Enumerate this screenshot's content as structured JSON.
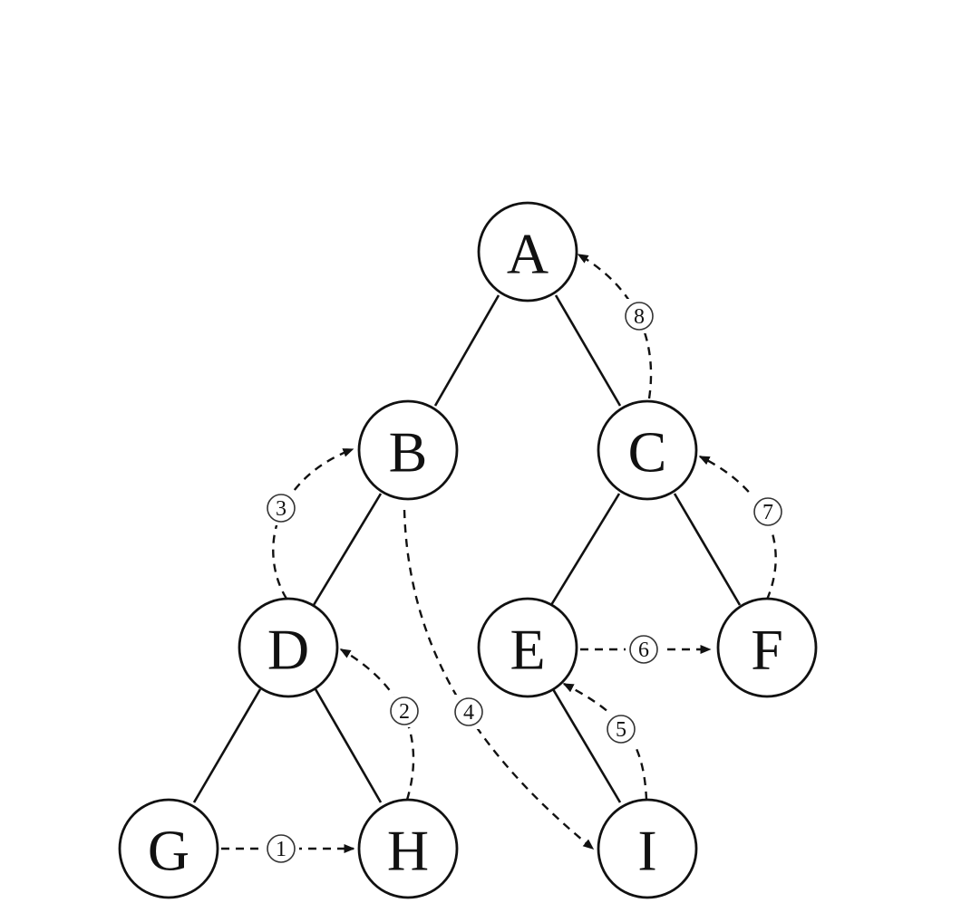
{
  "nodes": [
    {
      "id": "A",
      "label": "A"
    },
    {
      "id": "B",
      "label": "B"
    },
    {
      "id": "C",
      "label": "C"
    },
    {
      "id": "D",
      "label": "D"
    },
    {
      "id": "E",
      "label": "E"
    },
    {
      "id": "F",
      "label": "F"
    },
    {
      "id": "G",
      "label": "G"
    },
    {
      "id": "H",
      "label": "H"
    },
    {
      "id": "I",
      "label": "I"
    }
  ],
  "tree_edges": [
    {
      "from": "A",
      "to": "B"
    },
    {
      "from": "A",
      "to": "C"
    },
    {
      "from": "B",
      "to": "D"
    },
    {
      "from": "C",
      "to": "E"
    },
    {
      "from": "C",
      "to": "F"
    },
    {
      "from": "D",
      "to": "G"
    },
    {
      "from": "D",
      "to": "H"
    },
    {
      "from": "E",
      "to": "I"
    }
  ],
  "traversal_steps": [
    {
      "step": "1",
      "from": "G",
      "to": "H"
    },
    {
      "step": "2",
      "from": "H",
      "to": "D"
    },
    {
      "step": "3",
      "from": "D",
      "to": "B"
    },
    {
      "step": "4",
      "from": "B",
      "to": "I"
    },
    {
      "step": "5",
      "from": "I",
      "to": "E"
    },
    {
      "step": "6",
      "from": "E",
      "to": "F"
    },
    {
      "step": "7",
      "from": "F",
      "to": "C"
    },
    {
      "step": "8",
      "from": "C",
      "to": "A"
    }
  ]
}
